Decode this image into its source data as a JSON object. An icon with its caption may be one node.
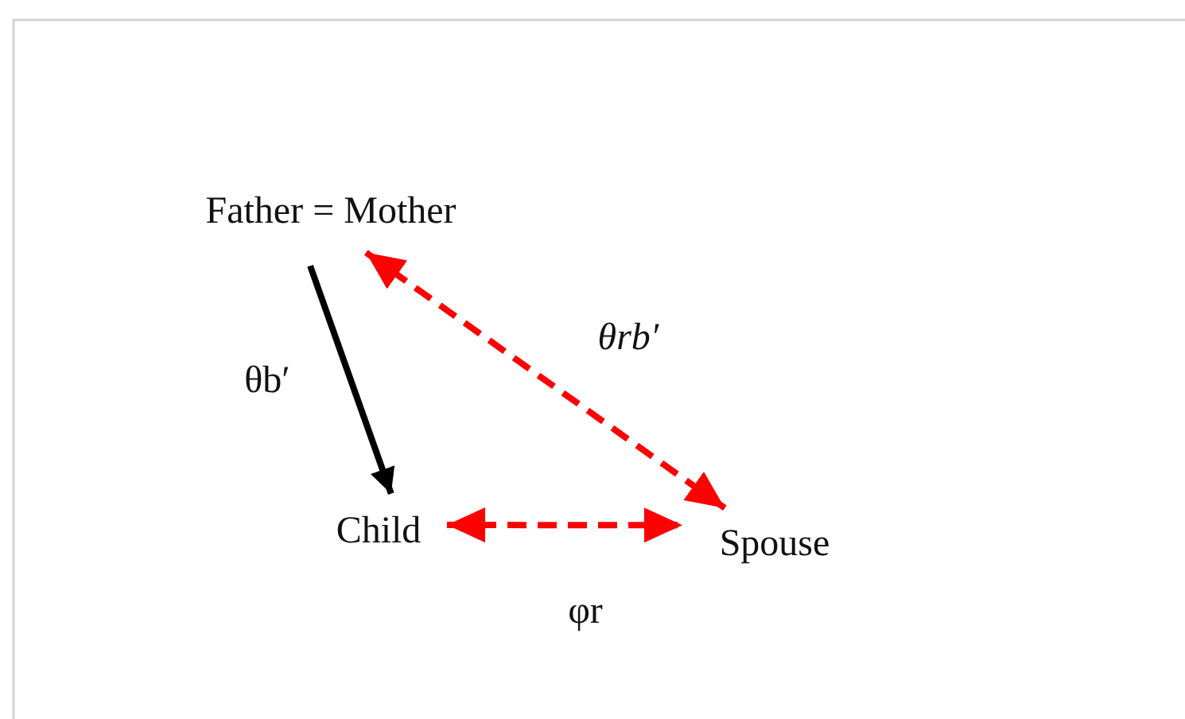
{
  "diagram": {
    "nodes": [
      {
        "text": [
          "Father = Mother"
        ]
      },
      {
        "text": [
          "Child"
        ]
      },
      {
        "text": [
          "Spouse"
        ]
      }
    ],
    "edges": [
      {
        "from": 0,
        "to": 1,
        "arrow": "to",
        "label": "θb′",
        "color": "#000000"
      },
      {
        "from": 1,
        "to": 2,
        "arrow": "both",
        "label": "φr",
        "style": "dashed"
      },
      {
        "from": 0,
        "to": 2,
        "arrow": "both",
        "label": "θrb′",
        "style": "dashed"
      }
    ]
  }
}
